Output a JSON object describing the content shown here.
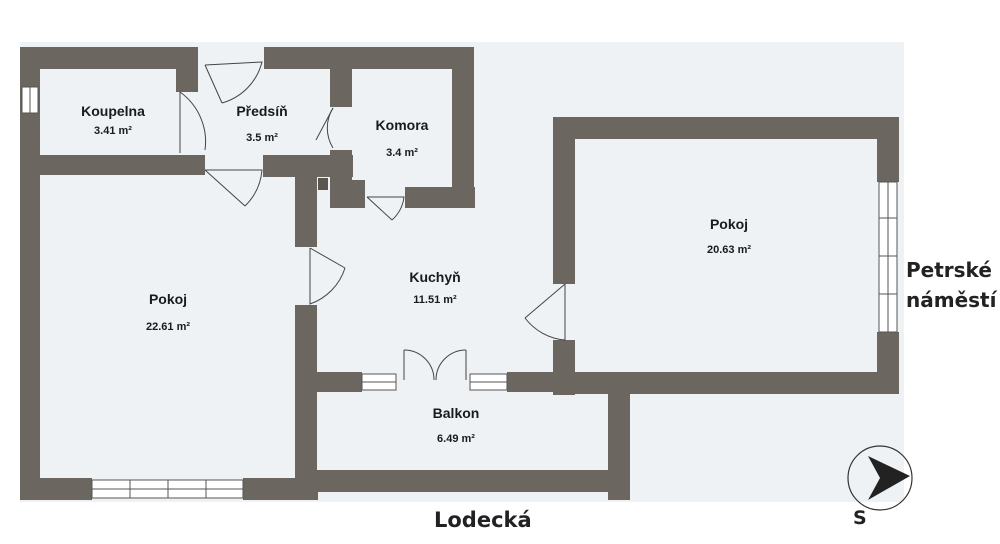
{
  "rooms": {
    "koupelna": {
      "name": "Koupelna",
      "area": "3.41 m²"
    },
    "predsin": {
      "name": "Předsíň",
      "area": "3.5 m²"
    },
    "komora": {
      "name": "Komora",
      "area": "3.4 m²"
    },
    "pokoj_left": {
      "name": "Pokoj",
      "area": "22.61 m²"
    },
    "kuchyn": {
      "name": "Kuchyň",
      "area": "11.51 m²"
    },
    "pokoj_right": {
      "name": "Pokoj",
      "area": "20.63 m²"
    },
    "balkon": {
      "name": "Balkon",
      "area": "6.49 m²"
    }
  },
  "streets": {
    "bottom": "Lodecká",
    "right_line1": "Petrské",
    "right_line2": "náměstí"
  },
  "compass": {
    "letter": "S"
  },
  "colors": {
    "wall": "#6b6760",
    "outside": "#eef2f5",
    "floor": "#ffffff"
  }
}
